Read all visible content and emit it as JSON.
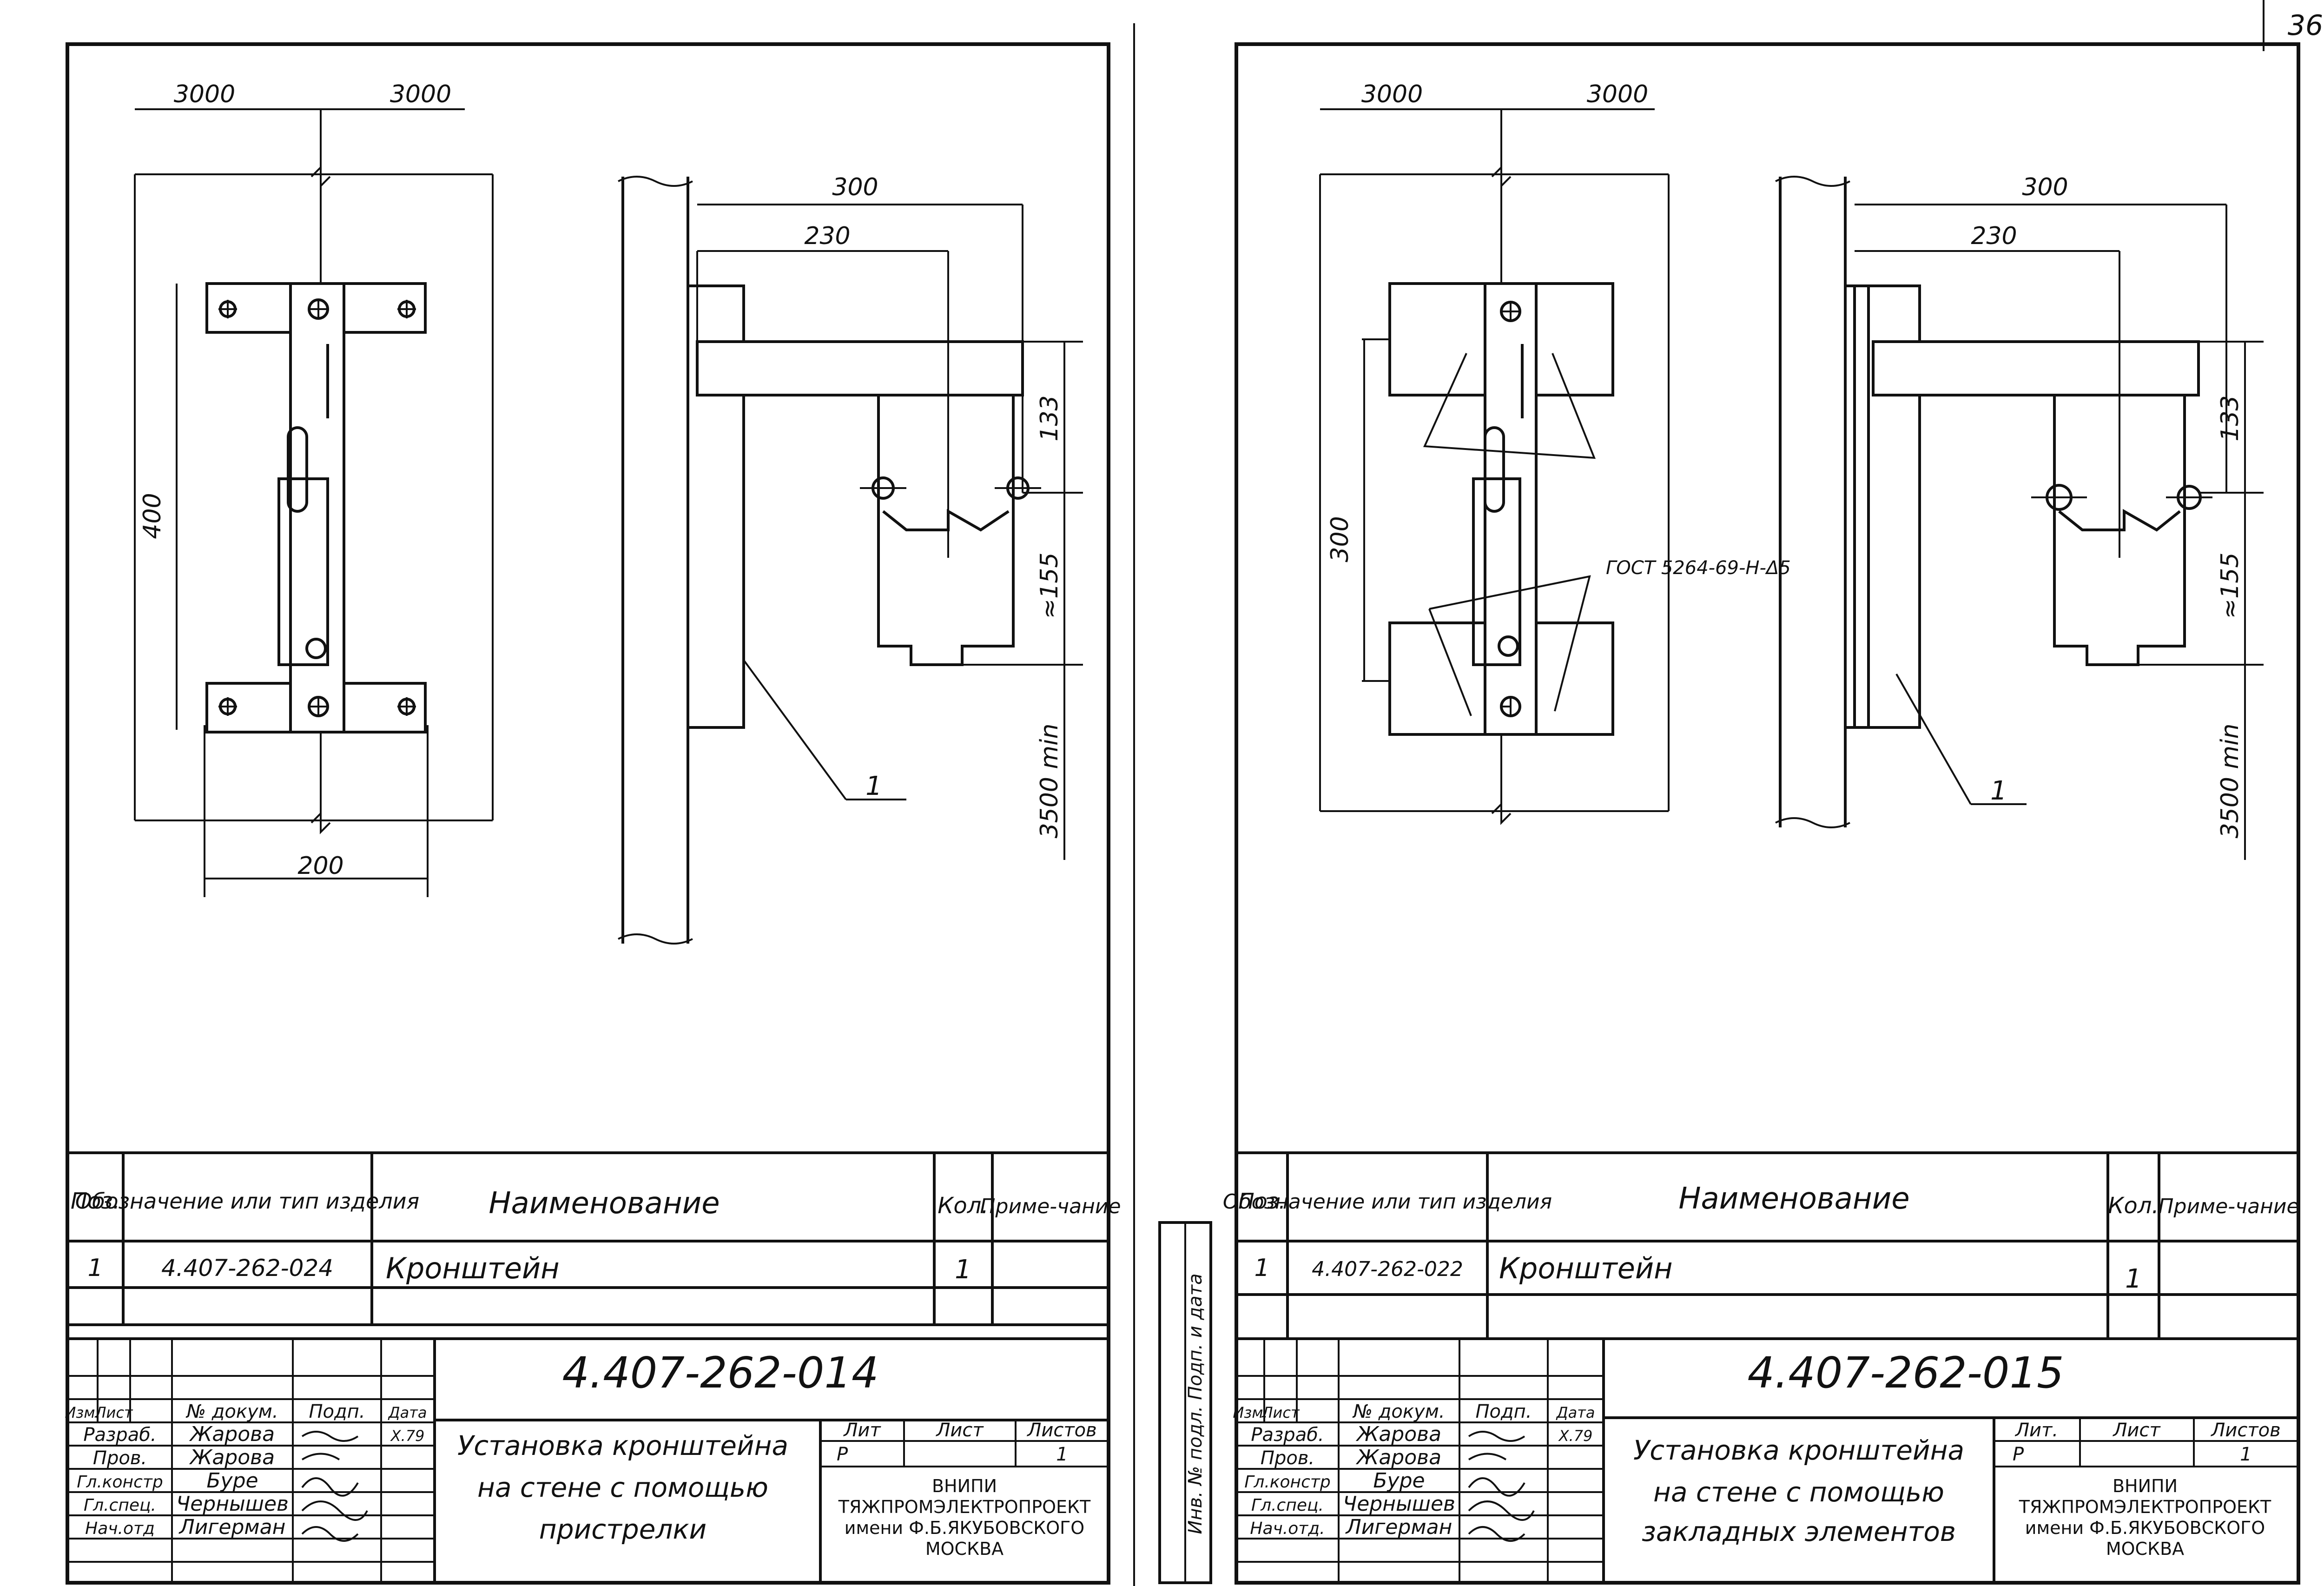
{
  "page_number": "36",
  "sheets": [
    {
      "dims": {
        "half_left": "3000",
        "half_right": "3000",
        "height_plate": "400",
        "plate_width": "200",
        "bracket_300": "300",
        "bracket_230": "230",
        "v_133": "133",
        "v_155": "≈155",
        "v_3500": "3500 min"
      },
      "callout": "1",
      "table": {
        "col_pos": "Поз.",
        "col_designation": "Обозначение или тип изделия",
        "col_name": "Наименование",
        "col_qty": "Кол.",
        "col_note": "Приме-чание",
        "rows": [
          {
            "pos": "1",
            "designation": "4.407-262-024",
            "name": "Кронштейн",
            "qty": "1",
            "note": ""
          }
        ]
      },
      "title_block": {
        "code": "4.407-262-014",
        "title_line1": "Установка кронштейна",
        "title_line2": "на стене с помощью",
        "title_line3": "пристрелки",
        "header": {
          "izm": "Изм.",
          "list": "Лист",
          "ndoc": "№ докум.",
          "podp": "Подп.",
          "data": "Дата"
        },
        "people": [
          {
            "role": "Разраб.",
            "name": "Жарова",
            "date": "Х.79"
          },
          {
            "role": "Пров.",
            "name": "Жарова",
            "date": ""
          },
          {
            "role": "Гл.констр",
            "name": "Буре",
            "date": ""
          },
          {
            "role": "Гл.спец.",
            "name": "Чернышев",
            "date": ""
          },
          {
            "role": "Нач.отд",
            "name": "Лигерман",
            "date": ""
          }
        ],
        "lit_label": "Лит",
        "list_label": "Лист",
        "listov_label": "Листов",
        "lit_value": "Р",
        "list_value": "",
        "listov_value": "1",
        "org_line1": "ВНИПИ",
        "org_line2": "ТЯЖПРОМЭЛЕКТРОПРОЕКТ",
        "org_line3": "имени Ф.Б.ЯКУБОВСКОГО",
        "org_line4": "МОСКВА"
      }
    },
    {
      "dims": {
        "half_left": "3000",
        "half_right": "3000",
        "height_plate": "300",
        "bracket_300": "300",
        "bracket_230": "230",
        "v_133": "133",
        "v_155": "≈155",
        "v_3500": "3500 min"
      },
      "weld_note": "ГОСТ 5264-69-Н-Δ5",
      "callout": "1",
      "side_stamp": "Инв. № подл.  Подп. и дата",
      "table": {
        "col_pos": "Поз.",
        "col_designation": "Обозначение или тип изделия",
        "col_name": "Наименование",
        "col_qty": "Кол.",
        "col_note": "Приме-чание",
        "rows": [
          {
            "pos": "1",
            "designation": "4.407-262-022",
            "name": "Кронштейн",
            "qty": "1",
            "note": ""
          }
        ]
      },
      "title_block": {
        "code": "4.407-262-015",
        "title_line1": "Установка кронштейна",
        "title_line2": "на стене с помощью",
        "title_line3": "закладных элементов",
        "header": {
          "izm": "Изм.",
          "list": "Лист",
          "ndoc": "№ докум.",
          "podp": "Подп.",
          "data": "Дата"
        },
        "people": [
          {
            "role": "Разраб.",
            "name": "Жарова",
            "date": "Х.79"
          },
          {
            "role": "Пров.",
            "name": "Жарова",
            "date": ""
          },
          {
            "role": "Гл.констр",
            "name": "Буре",
            "date": ""
          },
          {
            "role": "Гл.спец.",
            "name": "Чернышев",
            "date": ""
          },
          {
            "role": "Нач.отд.",
            "name": "Лигерман",
            "date": ""
          }
        ],
        "lit_label": "Лит.",
        "list_label": "Лист",
        "listov_label": "Листов",
        "lit_value": "Р",
        "list_value": "",
        "listov_value": "1",
        "org_line1": "ВНИПИ",
        "org_line2": "ТЯЖПРОМЭЛЕКТРОПРОЕКТ",
        "org_line3": "имени Ф.Б.ЯКУБОВСКОГО",
        "org_line4": "МОСКВА"
      }
    }
  ]
}
